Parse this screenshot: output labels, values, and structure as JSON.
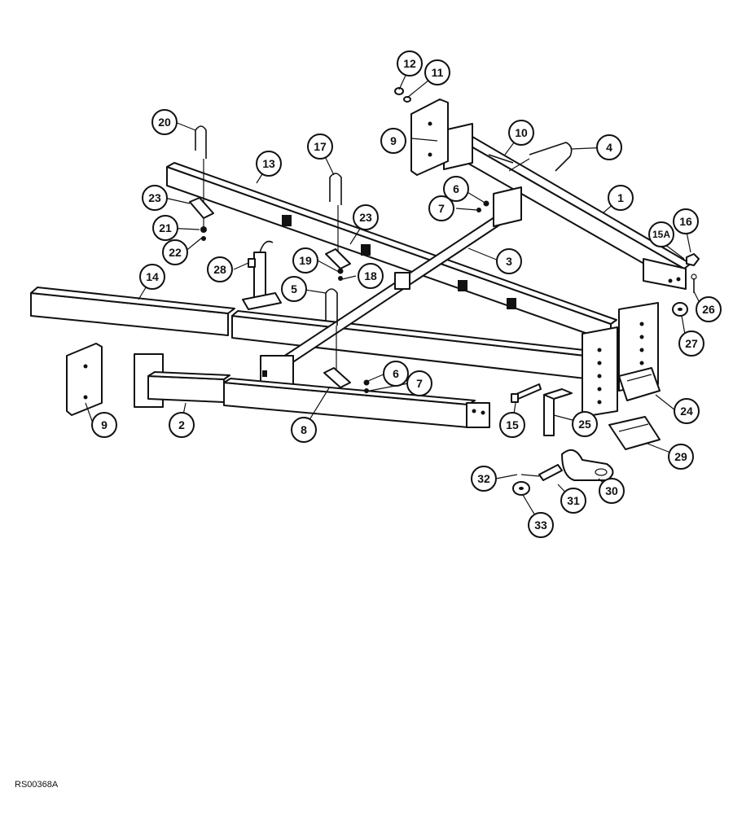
{
  "figure": {
    "code": "RS00368A",
    "callouts": [
      "1",
      "2",
      "3",
      "4",
      "5",
      "6",
      "6",
      "7",
      "7",
      "8",
      "9",
      "9",
      "10",
      "11",
      "12",
      "13",
      "14",
      "15",
      "15A",
      "16",
      "17",
      "18",
      "19",
      "20",
      "21",
      "22",
      "23",
      "23",
      "24",
      "25",
      "26",
      "27",
      "28",
      "29",
      "30",
      "31",
      "32",
      "33"
    ]
  },
  "colors": {
    "line": "#111111",
    "background": "#ffffff"
  }
}
